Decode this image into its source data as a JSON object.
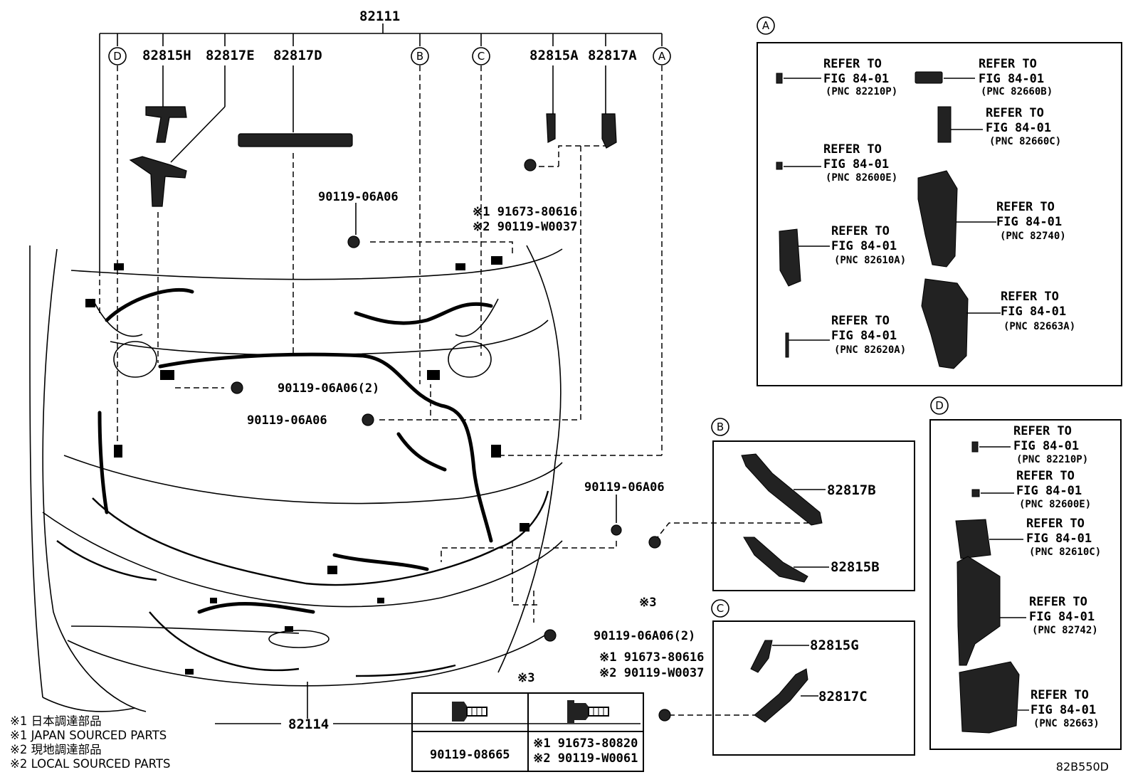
{
  "main_labels": {
    "top_harness": "82111",
    "p82815H": "82815H",
    "p82817E": "82817E",
    "p82817D": "82817D",
    "p82815A": "82815A",
    "p82817A": "82817A",
    "bottom_harness": "82114",
    "clip_a": "90119-06A06",
    "clip_b": "90119-06A06(2)",
    "clip_c": "90119-06A06",
    "clip_d": "90119-06A06",
    "clip_e": "90119-06A06(2)",
    "bolt_top_1": "※1 91673-80616",
    "bolt_top_2": "※2 90119-W0037",
    "bolt_bot_1": "※1 91673-80616",
    "bolt_bot_2": "※2 90119-W0037",
    "note3_a": "※3",
    "note3_b": "※3"
  },
  "callouts": {
    "A": "A",
    "B": "B",
    "C": "C",
    "D": "D"
  },
  "refer": {
    "line1": "REFER TO",
    "line2": "FIG 84-01"
  },
  "panel_a": [
    "(PNC 82210P)",
    "(PNC 82660B)",
    "(PNC 82660C)",
    "(PNC 82600E)",
    "(PNC 82740)",
    "(PNC 82610A)",
    "(PNC 82663A)",
    "(PNC 82620A)"
  ],
  "panel_b": {
    "top": "82817B",
    "bottom": "82815B"
  },
  "panel_c": {
    "top": "82815G",
    "bottom": "82817C"
  },
  "panel_d": [
    "(PNC 82210P)",
    "(PNC 82600E)",
    "(PNC 82610C)",
    "(PNC 82742)",
    "(PNC 82663)"
  ],
  "legend": [
    "※1 日本調達部品",
    "※1 JAPAN SOURCED PARTS",
    "※2 現地調達部品",
    "※2 LOCAL SOURCED PARTS"
  ],
  "bolt_table": {
    "left": "90119-08665",
    "right_1": "※1  91673-80820",
    "right_2": "※2  90119-W0061"
  },
  "figure_code": "82B550D"
}
